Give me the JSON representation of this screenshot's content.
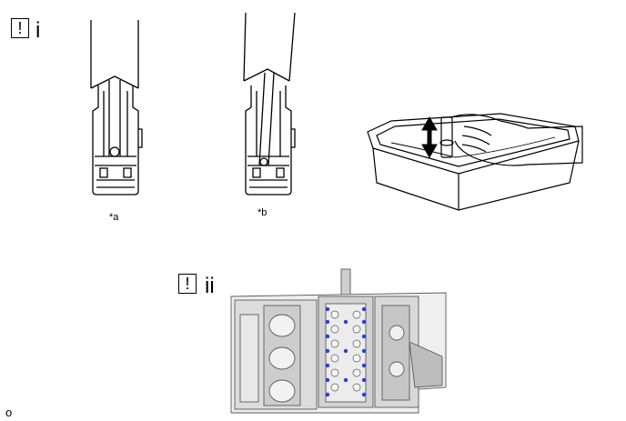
{
  "step1": {
    "icon": "!",
    "label": "i"
  },
  "step2": {
    "icon": "!",
    "label": "ii"
  },
  "figure": {
    "caption_a": "*a",
    "caption_b": "*b"
  },
  "footer": {
    "code": "o"
  },
  "colors": {
    "line": "#000000",
    "engine_gray": "#8a8a8a",
    "engine_light": "#d9d9d9",
    "bolt_blue": "#2b3fd6"
  }
}
